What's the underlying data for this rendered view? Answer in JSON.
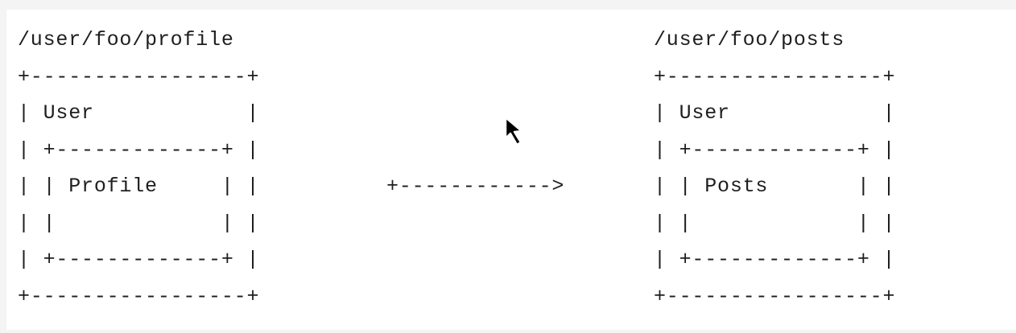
{
  "diagram": {
    "left": {
      "route": "/user/foo/profile",
      "lines": [
        "+-----------------+",
        "| User            |",
        "| +-------------+ |",
        "| | Profile     | |",
        "| |             | |",
        "| +-------------+ |",
        "+-----------------+"
      ]
    },
    "arrow": "+------------>",
    "right": {
      "route": "/user/foo/posts",
      "lines": [
        "+-----------------+",
        "| User            |",
        "| +-------------+ |",
        "| | Posts       | |",
        "| |             | |",
        "| +-------------+ |",
        "+-----------------+"
      ]
    }
  },
  "cursor": {
    "icon": "mouse-pointer-icon"
  },
  "colors": {
    "background": "#f4f4f4",
    "panel": "#ffffff",
    "text": "#1e1e1e"
  }
}
